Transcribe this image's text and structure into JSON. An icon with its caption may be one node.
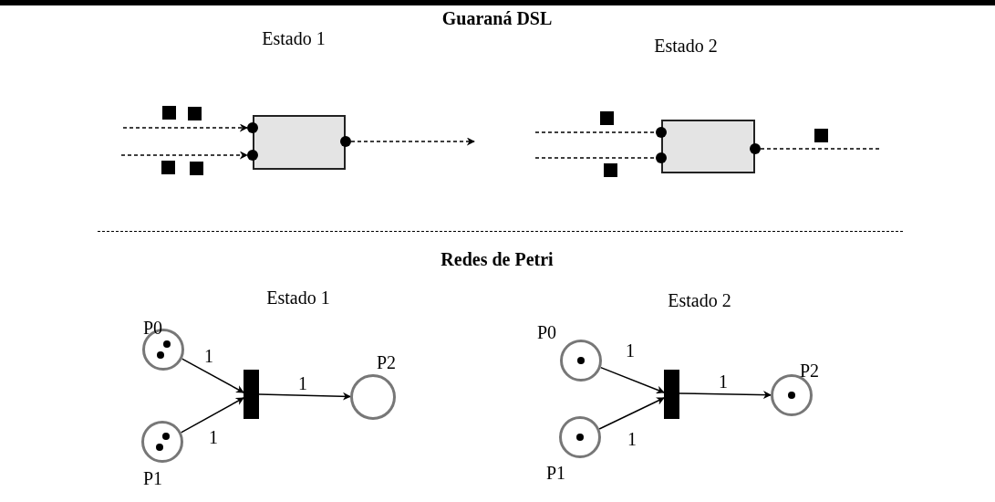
{
  "diagram": {
    "nodes": [
      {
        "text": [],
        "shape": "box"
      },
      {
        "text": [],
        "shape": "box"
      },
      {
        "text": [],
        "shape": "circle",
        "beside": [
          "P0"
        ]
      },
      {
        "text": [],
        "shape": "circle",
        "beside": [
          "P1"
        ]
      },
      {
        "text": [],
        "shape": "bar"
      },
      {
        "text": [],
        "shape": "circle",
        "beside": [
          "P2"
        ]
      },
      {
        "text": [],
        "shape": "circle",
        "beside": [
          "P0"
        ]
      },
      {
        "text": [],
        "shape": "circle",
        "beside": [
          "P1"
        ]
      },
      {
        "text": [],
        "shape": "bar"
      },
      {
        "text": [],
        "shape": "circle",
        "beside": [
          "P2"
        ]
      }
    ],
    "edges": [
      {
        "from": null,
        "to": 0,
        "arrow": "to",
        "style": "dashed"
      },
      {
        "from": null,
        "to": 0,
        "arrow": "to",
        "style": "dashed"
      },
      {
        "from": 0,
        "to": null,
        "arrow": "to",
        "style": "dashed"
      },
      {
        "from": null,
        "to": 1,
        "arrow": "none",
        "style": "dashed"
      },
      {
        "from": null,
        "to": 1,
        "arrow": "none",
        "style": "dashed"
      },
      {
        "from": 1,
        "to": null,
        "arrow": "none",
        "style": "dashed"
      },
      {
        "from": 2,
        "to": 4,
        "arrow": "to",
        "label": "1"
      },
      {
        "from": 3,
        "to": 4,
        "arrow": "to",
        "label": "1"
      },
      {
        "from": 4,
        "to": 5,
        "arrow": "to",
        "label": "1"
      },
      {
        "from": 6,
        "to": 8,
        "arrow": "to",
        "label": "1"
      },
      {
        "from": 7,
        "to": 8,
        "arrow": "to",
        "label": "1"
      },
      {
        "from": 8,
        "to": 9,
        "arrow": "to",
        "label": "1"
      }
    ],
    "labels": [
      "Guaraná DSL",
      "Estado 1",
      "Estado 2",
      "Redes de Petri",
      "Estado 1",
      "Estado 2"
    ]
  }
}
